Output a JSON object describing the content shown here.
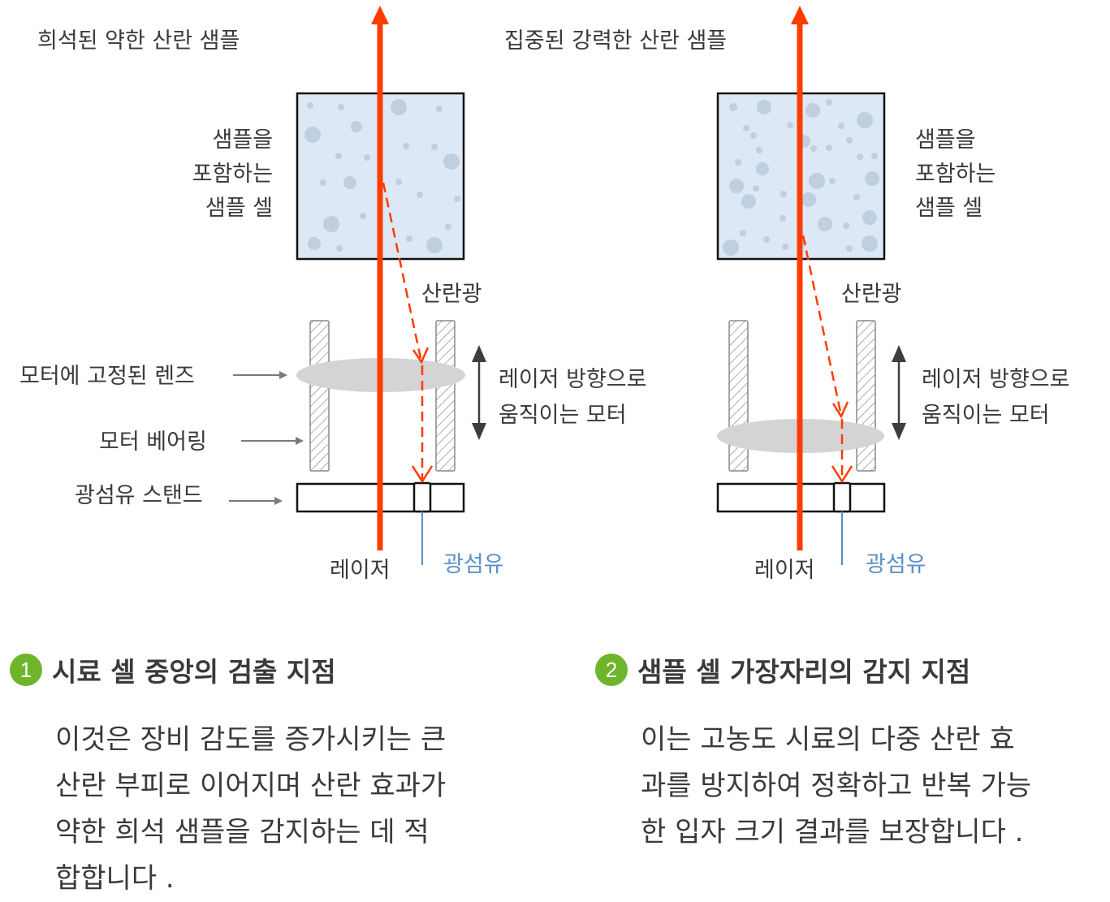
{
  "colors": {
    "laser": "#ff3c00",
    "fiber": "#5b8fc9",
    "badge": "#6fb52c",
    "cell_fill": "#dce8f5",
    "particle": "#bfcfe0",
    "lens": "#d4d4d4",
    "text": "#3a3a3a",
    "arrow_gray": "#7a7a7a"
  },
  "left_panel": {
    "title": "희석된 약한 산란 샘플",
    "cell_label": [
      "샘플을",
      "포함하는",
      "샘플 셀"
    ],
    "scattered_light": "산란광",
    "lens_label": "모터에 고정된 렌즈",
    "bearing_label": "모터 베어링",
    "stand_label": "광섬유 스탠드",
    "motor_label": [
      "레이저 방향으로",
      "움직이는 모터"
    ],
    "laser_label": "레이저",
    "fiber_label": "광섬유"
  },
  "right_panel": {
    "title": "집중된 강력한 산란 샘플",
    "cell_label": [
      "샘플을",
      "포함하는",
      "샘플 셀"
    ],
    "scattered_light": "산란광",
    "motor_label": [
      "레이저 방향으로",
      "움직이는 모터"
    ],
    "laser_label": "레이저",
    "fiber_label": "광섬유"
  },
  "sections": [
    {
      "number": "1",
      "title": "시료 셀 중앙의 검출 지점",
      "body": [
        "이것은 장비 감도를 증가시키는 큰",
        "산란 부피로 이어지며 산란 효과가",
        "약한 희석 샘플을 감지하는 데 적",
        "합합니다 ."
      ]
    },
    {
      "number": "2",
      "title": "샘플 셀 가장자리의 감지 지점",
      "body": [
        "이는 고농도 시료의 다중 산란 효",
        "과를 방지하여 정확하고 반복 가능",
        "한 입자 크기 결과를 보장합니다 ."
      ]
    }
  ]
}
